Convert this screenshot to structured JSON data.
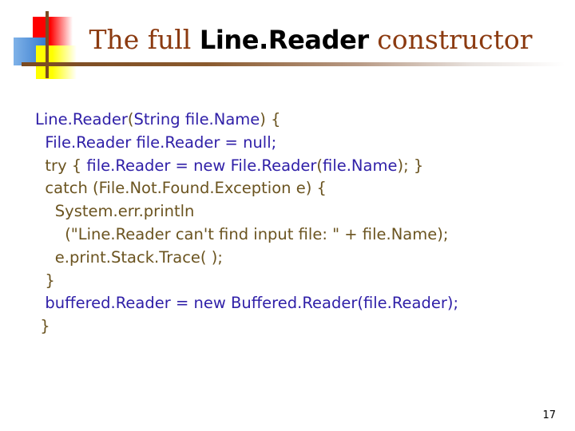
{
  "slide": {
    "background_color": "#ffffff",
    "page_number": "17"
  },
  "header": {
    "title_parts": [
      {
        "text": "The full ",
        "style": "serif",
        "color": "#8B3A10"
      },
      {
        "text": "Line.Reader",
        "style": "sans-bold",
        "color": "#000000"
      },
      {
        "text": " constructor",
        "style": "serif",
        "color": "#8B3A10"
      }
    ],
    "title_plain": "The full Line.Reader constructor",
    "decoration": {
      "red_square": "#fe0000",
      "blue_square": "#3c7fd0",
      "yellow_square": "#ffff00",
      "rule_color": "#7a4a21"
    }
  },
  "code": {
    "colors": {
      "identifier": "#3020A8",
      "keyword": "#6B5420"
    },
    "plain_text": "Line.Reader(String file.Name) {\n  File.Reader file.Reader = null;\n  try { file.Reader = new File.Reader(file.Name); }\n  catch (File.Not.Found.Exception e) {\n    System.err.println\n      (\"Line.Reader can't find input file: \" + file.Name);\n    e.print.Stack.Trace( );\n  }\n  buffered.Reader = new Buffered.Reader(file.Reader);\n}",
    "lines": [
      {
        "indent": "",
        "spans": [
          {
            "t": "Line.Reader",
            "c": "blue"
          },
          {
            "t": "(",
            "c": "olive"
          },
          {
            "t": "String file.Name",
            "c": "blue"
          },
          {
            "t": ") {",
            "c": "olive"
          }
        ]
      },
      {
        "indent": "  ",
        "spans": [
          {
            "t": "File.Reader file.Reader = null;",
            "c": "blue"
          }
        ]
      },
      {
        "indent": "  ",
        "spans": [
          {
            "t": "try { ",
            "c": "olive"
          },
          {
            "t": "file.Reader = new File.Reader",
            "c": "blue"
          },
          {
            "t": "(",
            "c": "olive"
          },
          {
            "t": "file.Name",
            "c": "blue"
          },
          {
            "t": "); }",
            "c": "olive"
          }
        ]
      },
      {
        "indent": "  ",
        "spans": [
          {
            "t": "catch (File.Not.Found.Exception e) {",
            "c": "olive"
          }
        ]
      },
      {
        "indent": "    ",
        "spans": [
          {
            "t": "System.err.println",
            "c": "olive"
          }
        ]
      },
      {
        "indent": "      ",
        "spans": [
          {
            "t": "(\"Line.Reader can't find input file: \" + file.Name);",
            "c": "olive"
          }
        ]
      },
      {
        "indent": "    ",
        "spans": [
          {
            "t": "e.print.Stack.Trace( );",
            "c": "olive"
          }
        ]
      },
      {
        "indent": "  ",
        "spans": [
          {
            "t": "}",
            "c": "olive"
          }
        ]
      },
      {
        "indent": "  ",
        "spans": [
          {
            "t": "buffered.Reader = new Buffered.Reader(file.Reader);",
            "c": "blue"
          }
        ]
      },
      {
        "indent": " ",
        "spans": [
          {
            "t": "}",
            "c": "olive"
          }
        ]
      }
    ]
  }
}
